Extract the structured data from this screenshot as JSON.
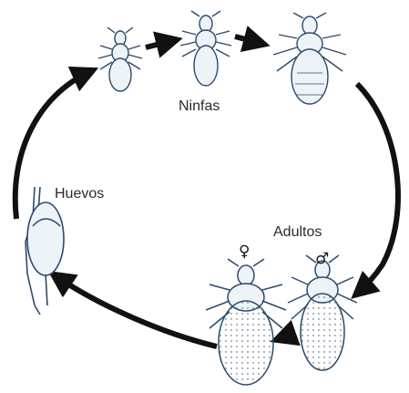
{
  "diagram": {
    "labels": {
      "nymphs": "Ninfas",
      "eggs": "Huevos",
      "adults": "Adultos"
    },
    "symbols": {
      "female": "♀",
      "male": "♂"
    },
    "stages": [
      {
        "id": "nymph-1"
      },
      {
        "id": "nymph-2"
      },
      {
        "id": "nymph-3"
      },
      {
        "id": "egg"
      },
      {
        "id": "adult-female"
      },
      {
        "id": "adult-male"
      }
    ],
    "colors": {
      "arrow": "#111111",
      "sketch": "#2b4a6b",
      "fill": "#eef3f8"
    }
  }
}
